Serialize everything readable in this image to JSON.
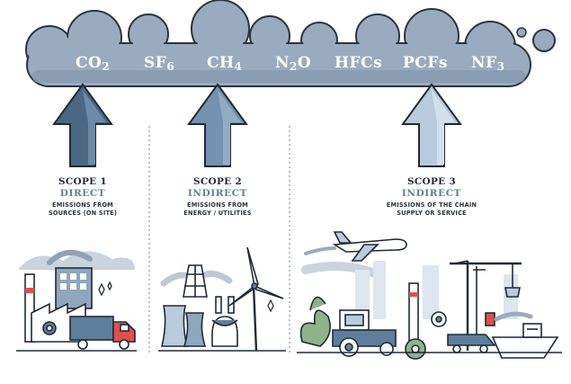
{
  "clouds": {
    "gases": [
      {
        "base": "CO",
        "sub": "2"
      },
      {
        "base": "SF",
        "sub": "6"
      },
      {
        "base": "CH",
        "sub": "4"
      },
      {
        "base": "N",
        "sub": "2",
        "tail": "O"
      },
      {
        "base": "HFCs",
        "sub": ""
      },
      {
        "base": "PCFs",
        "sub": ""
      },
      {
        "base": "NF",
        "sub": "3"
      }
    ]
  },
  "scopes": [
    {
      "title": "SCOPE 1",
      "subtitle": "DIRECT",
      "line1": "EMISSIONS FROM",
      "line2": "SOURCES (ON SITE)"
    },
    {
      "title": "SCOPE 2",
      "subtitle": "INDIRECT",
      "line1": "EMISSIONS FROM",
      "line2": "ENERGY / UTILITIES"
    },
    {
      "title": "SCOPE 3",
      "subtitle": "INDIRECT",
      "line1": "EMISSIONS OF THE CHAIN",
      "line2": "SUPPLY OR SERVICE"
    }
  ],
  "colors": {
    "cloud": "#9aabbf",
    "cloud_dark": "#7f93a9",
    "arrow_dark": "#4a6884",
    "arrow_mid": "#7492ad",
    "arrow_light": "#b9cbdc",
    "outline": "#1f2a36",
    "accent": "#5e7f9c"
  }
}
